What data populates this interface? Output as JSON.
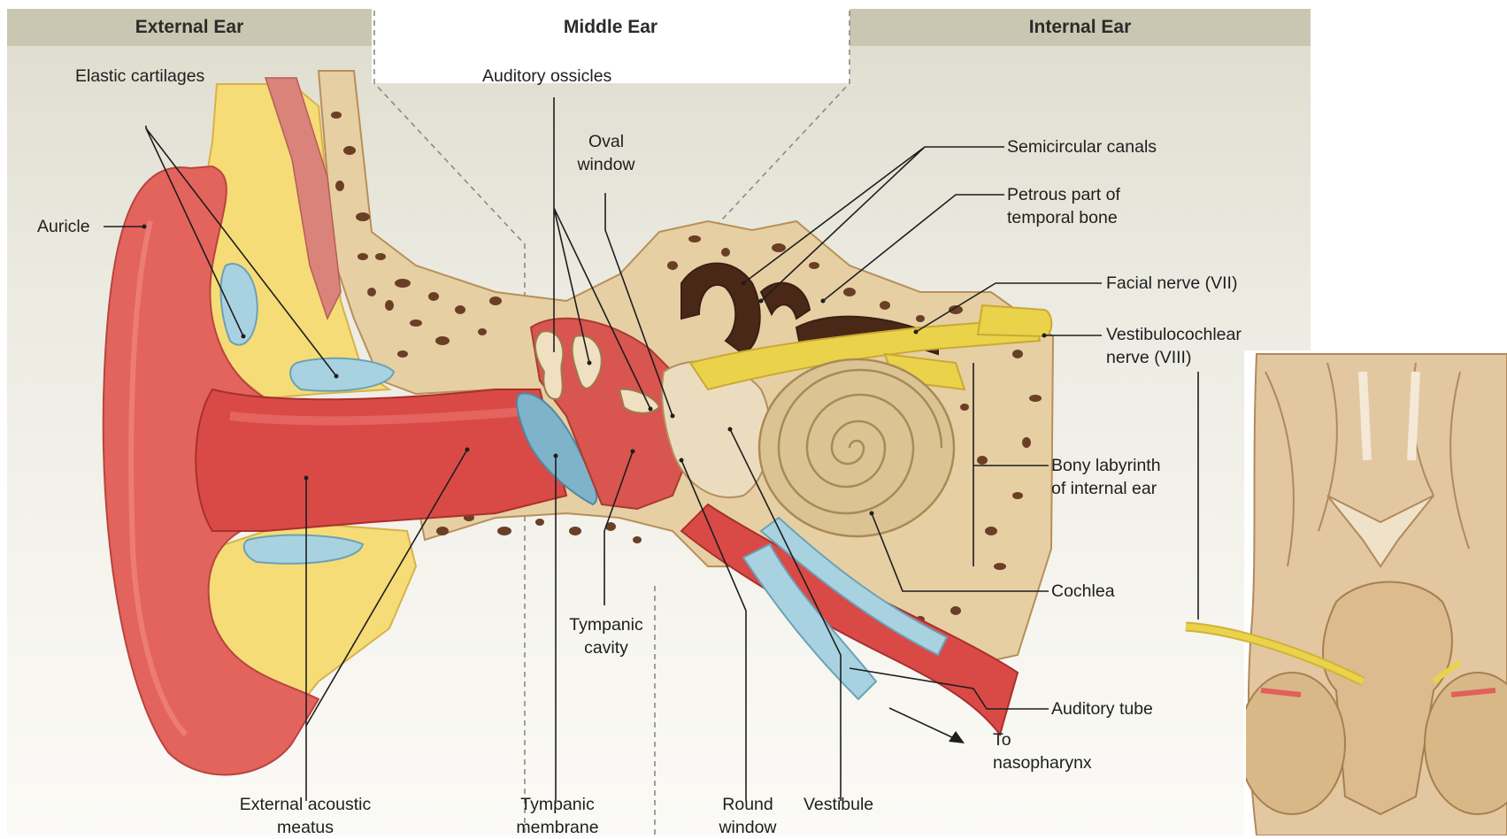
{
  "headers": {
    "external": "External Ear",
    "middle": "Middle Ear",
    "internal": "Internal Ear"
  },
  "labels": {
    "elastic_cartilages": "Elastic cartilages",
    "auricle": "Auricle",
    "auditory_ossicles": "Auditory ossicles",
    "oval_window": "Oval\nwindow",
    "semicircular_canals": "Semicircular canals",
    "petrous_part": "Petrous part of\ntemporal bone",
    "facial_nerve": "Facial nerve (VII)",
    "vestibulocochlear_nerve": "Vestibulocochlear\nnerve (VIII)",
    "bony_labyrinth": "Bony labyrinth\nof internal ear",
    "cochlea": "Cochlea",
    "auditory_tube": "Auditory tube",
    "to_nasopharynx": "To\nnasopharynx",
    "external_acoustic_meatus": "External acoustic\nmeatus",
    "tympanic_cavity": "Tympanic\ncavity",
    "tympanic_membrane": "Tympanic\nmembrane",
    "round_window": "Round\nwindow",
    "vestibule": "Vestibule"
  },
  "colors": {
    "header_band": "#c9c7b1",
    "skin": "#e3645d",
    "canal": "#d94a47",
    "fat": "#f6dc77",
    "cartilage": "#a9d2e1",
    "bone": "#e6cfa3",
    "bone_pore": "#6a3f26",
    "nerve": "#ead34a",
    "cochlea": "#dcc394",
    "brain": "#e2c7a0"
  }
}
